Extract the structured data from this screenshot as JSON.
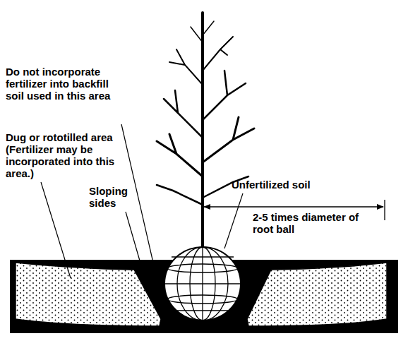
{
  "diagram": {
    "labels": [
      "Do not incorporate fertilizer into backfill soil used in this area",
      "Dug or rototilled area (Fertilizer may be incorporated into this area.)",
      "Sloping sides",
      "Unfertilized soil",
      "2-5 times diameter of root ball"
    ]
  }
}
